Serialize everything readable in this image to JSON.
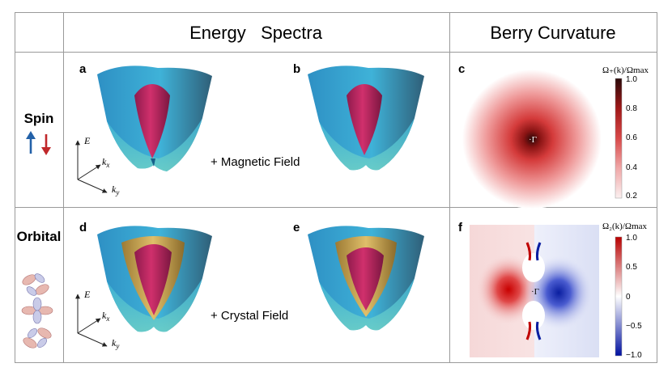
{
  "header": {
    "energy_title": "Energy   Spectra",
    "berry_title": "Berry Curvature"
  },
  "rows": {
    "spin": {
      "label": "Spin"
    },
    "orbital": {
      "label": "Orbital"
    }
  },
  "panels": {
    "a": "a",
    "b": "b",
    "c": "c",
    "d": "d",
    "e": "e",
    "f": "f"
  },
  "axes": {
    "energy": "E",
    "kx": "k",
    "kx_sub": "x",
    "ky": "k",
    "ky_sub": "y"
  },
  "operations": {
    "spin": "+ Magnetic Field",
    "orbital": "+ Crystal Field"
  },
  "gamma_label": "·Γ",
  "colorbar_c": {
    "title": "Ω₊(k)/Ωmax",
    "ticks": [
      "1.0",
      "0.8",
      "0.6",
      "0.4",
      "0.2"
    ]
  },
  "colorbar_f": {
    "title": "Ω₂(k)/Ωmax",
    "ticks": [
      "1.0",
      "0.5",
      "0",
      "−0.5",
      "−1.0"
    ]
  },
  "colors": {
    "outer_band": "#3aa6cf",
    "inner_cone": "#b0245a",
    "orbital_shell": "#c9a24a",
    "spin_up": "#2361a8",
    "spin_down": "#c0282a",
    "positive": "#c00000",
    "negative": "#0a1ea8"
  }
}
